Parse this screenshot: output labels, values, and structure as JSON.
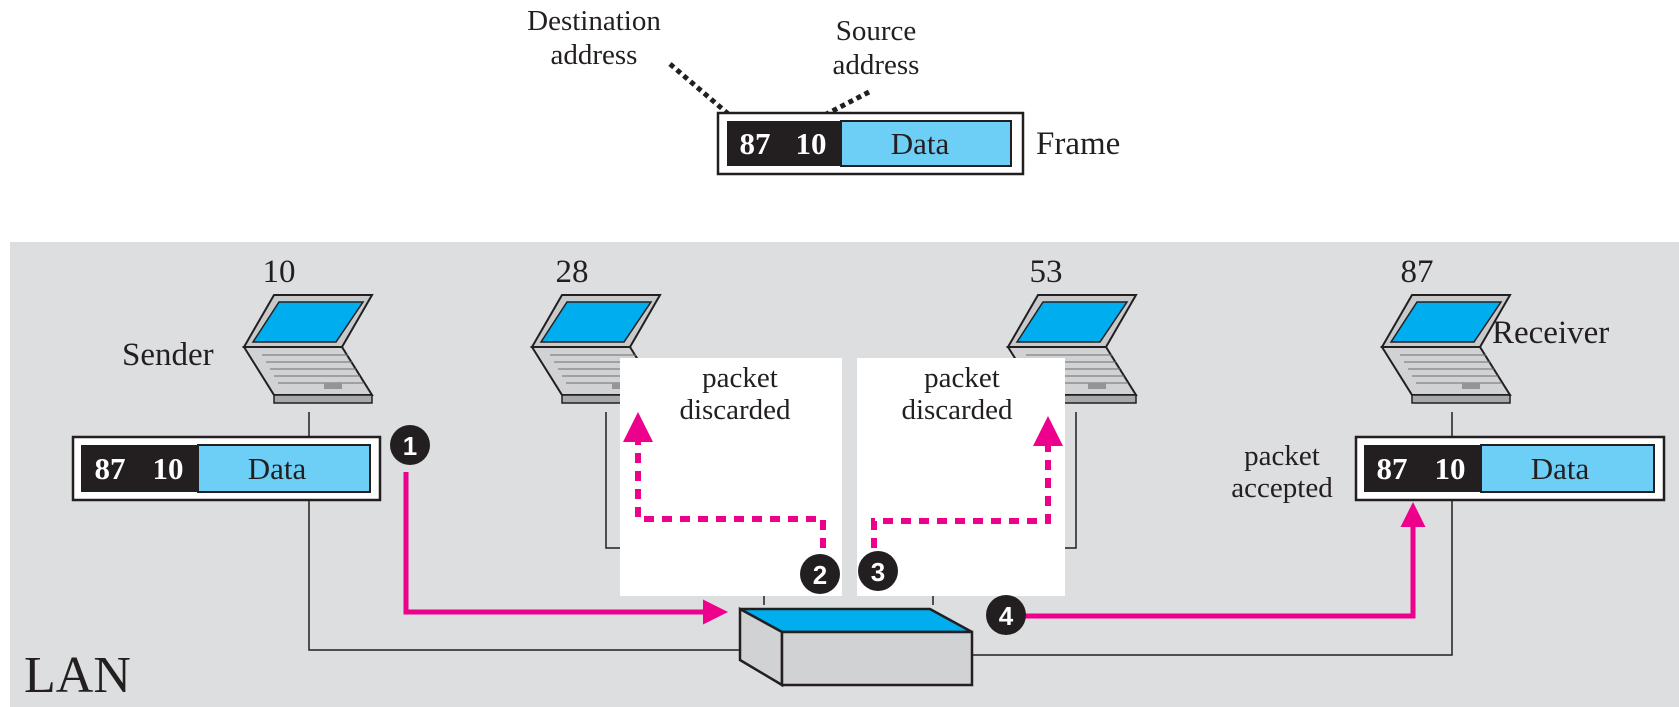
{
  "frame_legend": {
    "dest_label_line1": "Destination",
    "dest_label_line2": "address",
    "src_label_line1": "Source",
    "src_label_line2": "address",
    "dest": "87",
    "src": "10",
    "data": "Data",
    "frame_label": "Frame"
  },
  "lan_label": "LAN",
  "stations": [
    {
      "address": "10",
      "role": "Sender"
    },
    {
      "address": "28",
      "role": ""
    },
    {
      "address": "53",
      "role": ""
    },
    {
      "address": "87",
      "role": "Receiver"
    }
  ],
  "sender_frame": {
    "dest": "87",
    "src": "10",
    "data": "Data"
  },
  "receiver_frame": {
    "dest": "87",
    "src": "10",
    "data": "Data"
  },
  "notes": {
    "discard_left_line1": "packet",
    "discard_left_line2": "discarded",
    "discard_right_line1": "packet",
    "discard_right_line2": "discarded",
    "accepted_line1": "packet",
    "accepted_line2": "accepted"
  },
  "steps": [
    "1",
    "2",
    "3",
    "4"
  ],
  "colors": {
    "background_lan": "#dddedf",
    "frame_header": "#231f20",
    "frame_data": "#6dcff6",
    "arrow": "#ec008c",
    "screen": "#00aeef",
    "hub_top": "#00aeef",
    "hub_body": "#d1d2d4"
  }
}
